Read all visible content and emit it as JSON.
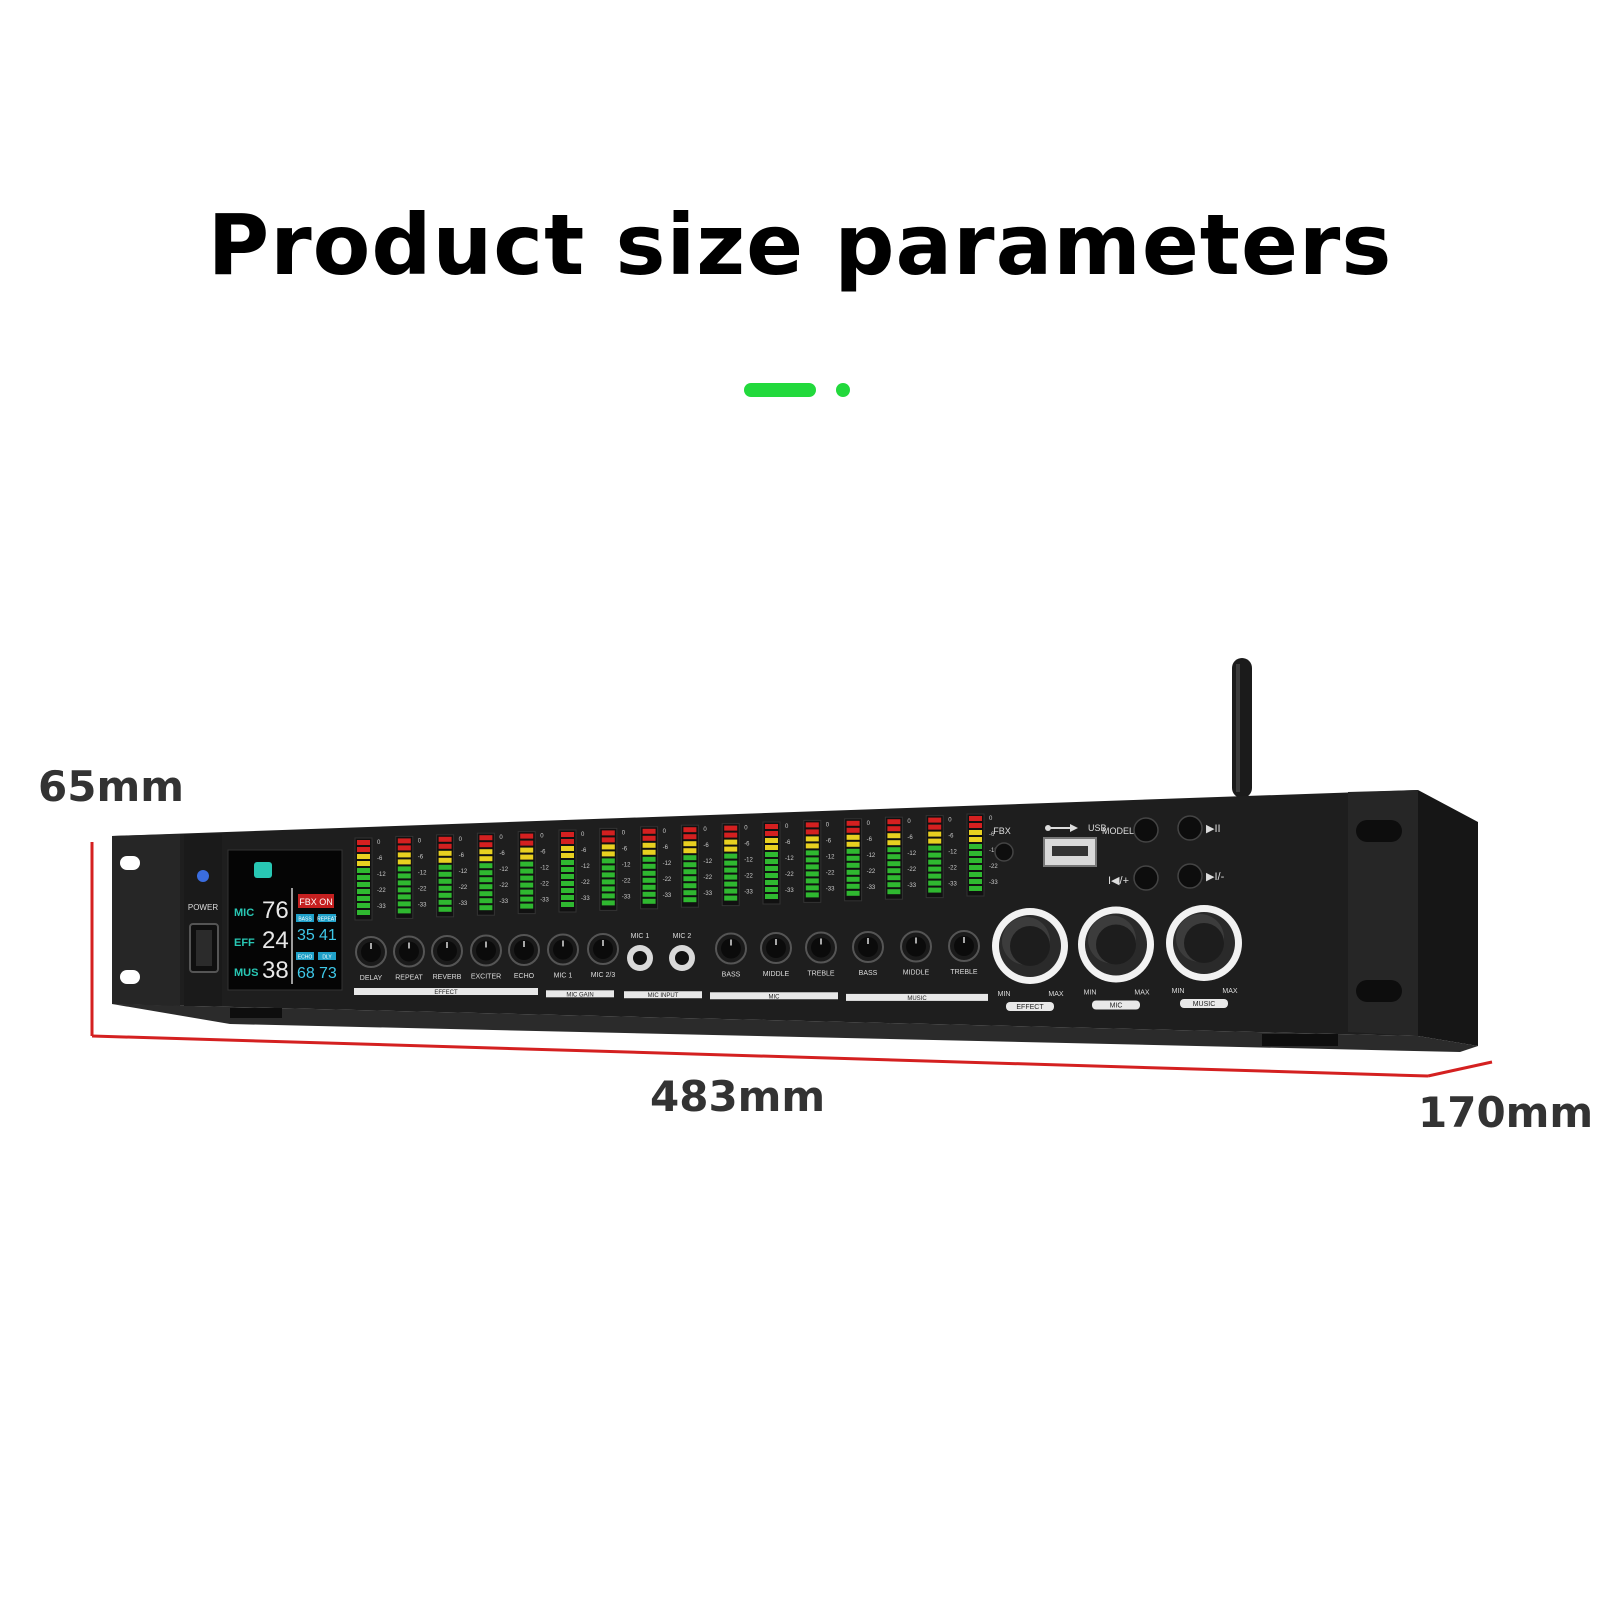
{
  "title": "Product size parameters",
  "pager": {
    "active_index": 0,
    "count": 2,
    "color": "#22d93c"
  },
  "dimensions": {
    "height": "65mm",
    "width": "483mm",
    "depth": "170mm",
    "line_color": "#d42020"
  },
  "device": {
    "power_label": "POWER",
    "display": {
      "fbx_badge": "FBX ON",
      "rows": [
        {
          "label": "MIC",
          "value": "76"
        },
        {
          "label": "EFF",
          "value": "24"
        },
        {
          "label": "MUS",
          "value": "38"
        }
      ],
      "mini": [
        {
          "tag": "BASS",
          "value": "35"
        },
        {
          "tag": "REPEAT",
          "value": "41"
        },
        {
          "tag": "ECHO",
          "value": "68"
        },
        {
          "tag": "DLY",
          "value": "73"
        }
      ]
    },
    "meter_scale": [
      "0",
      "-6",
      "-12",
      "-22",
      "-33"
    ],
    "knob_labels": [
      "DELAY",
      "REPEAT",
      "REVERB",
      "EXCITER",
      "ECHO",
      "MIC 1",
      "MIC 2/3",
      "BASS",
      "MIDDLE",
      "TREBLE",
      "BASS",
      "MIDDLE",
      "TREBLE"
    ],
    "mic_inputs": [
      "MIC 1",
      "MIC 2"
    ],
    "group_labels": [
      "EFFECT",
      "MIC GAIN",
      "MIC INPUT",
      "MIC",
      "MUSIC"
    ],
    "fbx_label": "FBX",
    "usb_label": "USB",
    "model_label": "MODEL",
    "transport": [
      "▶II",
      "I◀/+",
      "▶I/-"
    ],
    "big_knobs": [
      {
        "label": "EFFECT",
        "min": "MIN",
        "max": "MAX"
      },
      {
        "label": "MIC",
        "min": "MIN",
        "max": "MAX"
      },
      {
        "label": "MUSIC",
        "min": "MIN",
        "max": "MAX"
      }
    ]
  }
}
